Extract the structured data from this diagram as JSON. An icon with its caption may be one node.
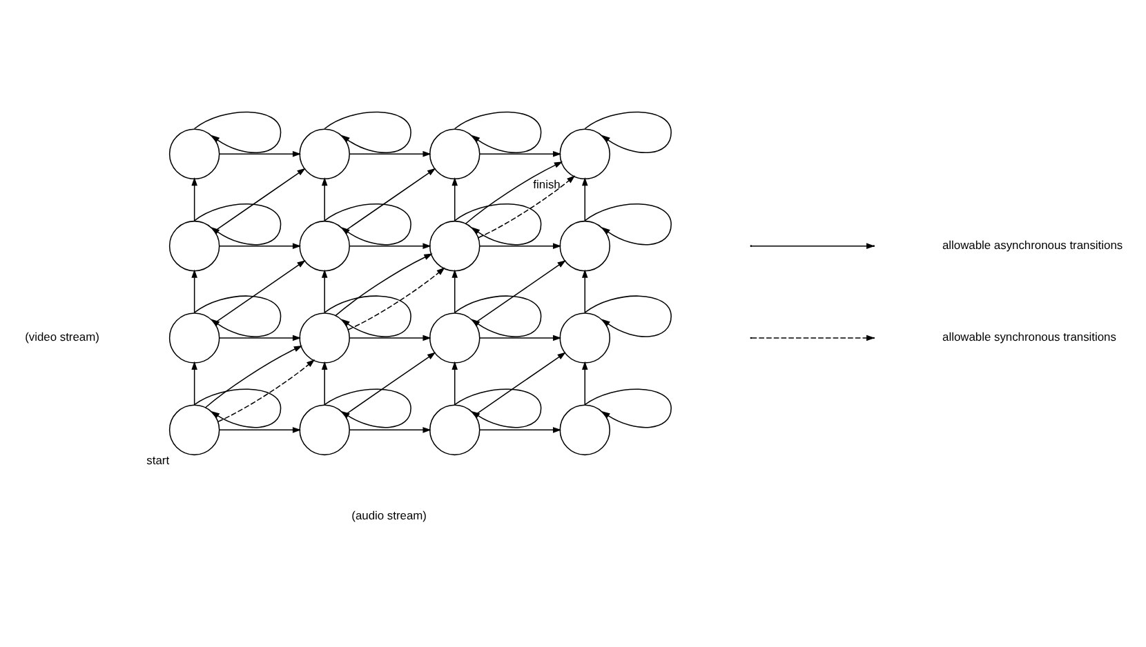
{
  "diagram": {
    "nodes": [
      {
        "text": [],
        "shape": "circle"
      },
      {
        "text": [],
        "shape": "circle"
      },
      {
        "text": [],
        "shape": "circle"
      },
      {
        "text": [],
        "shape": "circle",
        "beside": [
          "finish"
        ]
      },
      {
        "text": [],
        "shape": "circle"
      },
      {
        "text": [],
        "shape": "circle"
      },
      {
        "text": [],
        "shape": "circle"
      },
      {
        "text": [],
        "shape": "circle"
      },
      {
        "text": [],
        "shape": "circle"
      },
      {
        "text": [],
        "shape": "circle"
      },
      {
        "text": [],
        "shape": "circle"
      },
      {
        "text": [],
        "shape": "circle"
      },
      {
        "text": [],
        "shape": "circle",
        "beside": [
          "start"
        ]
      },
      {
        "text": [],
        "shape": "circle"
      },
      {
        "text": [],
        "shape": "circle"
      },
      {
        "text": [],
        "shape": "circle"
      }
    ],
    "edges": [
      {
        "from": 0,
        "to": 0,
        "arrow": "to"
      },
      {
        "from": 1,
        "to": 1,
        "arrow": "to"
      },
      {
        "from": 2,
        "to": 2,
        "arrow": "to"
      },
      {
        "from": 3,
        "to": 3,
        "arrow": "to"
      },
      {
        "from": 4,
        "to": 4,
        "arrow": "to"
      },
      {
        "from": 5,
        "to": 5,
        "arrow": "to"
      },
      {
        "from": 6,
        "to": 6,
        "arrow": "to"
      },
      {
        "from": 7,
        "to": 7,
        "arrow": "to"
      },
      {
        "from": 8,
        "to": 8,
        "arrow": "to"
      },
      {
        "from": 9,
        "to": 9,
        "arrow": "to"
      },
      {
        "from": 10,
        "to": 10,
        "arrow": "to"
      },
      {
        "from": 11,
        "to": 11,
        "arrow": "to"
      },
      {
        "from": 12,
        "to": 12,
        "arrow": "to"
      },
      {
        "from": 13,
        "to": 13,
        "arrow": "to"
      },
      {
        "from": 14,
        "to": 14,
        "arrow": "to"
      },
      {
        "from": 15,
        "to": 15,
        "arrow": "to"
      },
      {
        "from": 0,
        "to": 1,
        "arrow": "to"
      },
      {
        "from": 1,
        "to": 2,
        "arrow": "to"
      },
      {
        "from": 2,
        "to": 3,
        "arrow": "to"
      },
      {
        "from": 4,
        "to": 5,
        "arrow": "to"
      },
      {
        "from": 5,
        "to": 6,
        "arrow": "to"
      },
      {
        "from": 6,
        "to": 7,
        "arrow": "to"
      },
      {
        "from": 8,
        "to": 9,
        "arrow": "to"
      },
      {
        "from": 9,
        "to": 10,
        "arrow": "to"
      },
      {
        "from": 10,
        "to": 11,
        "arrow": "to"
      },
      {
        "from": 12,
        "to": 13,
        "arrow": "to"
      },
      {
        "from": 13,
        "to": 14,
        "arrow": "to"
      },
      {
        "from": 14,
        "to": 15,
        "arrow": "to"
      },
      {
        "from": 4,
        "to": 0,
        "arrow": "to"
      },
      {
        "from": 5,
        "to": 1,
        "arrow": "to"
      },
      {
        "from": 6,
        "to": 2,
        "arrow": "to"
      },
      {
        "from": 7,
        "to": 3,
        "arrow": "to"
      },
      {
        "from": 8,
        "to": 4,
        "arrow": "to"
      },
      {
        "from": 9,
        "to": 5,
        "arrow": "to"
      },
      {
        "from": 10,
        "to": 6,
        "arrow": "to"
      },
      {
        "from": 11,
        "to": 7,
        "arrow": "to"
      },
      {
        "from": 12,
        "to": 8,
        "arrow": "to"
      },
      {
        "from": 13,
        "to": 9,
        "arrow": "to"
      },
      {
        "from": 14,
        "to": 10,
        "arrow": "to"
      },
      {
        "from": 15,
        "to": 11,
        "arrow": "to"
      },
      {
        "from": 4,
        "to": 1,
        "arrow": "to"
      },
      {
        "from": 5,
        "to": 2,
        "arrow": "to"
      },
      {
        "from": 6,
        "to": 3,
        "arrow": "to"
      },
      {
        "from": 8,
        "to": 5,
        "arrow": "to"
      },
      {
        "from": 9,
        "to": 6,
        "arrow": "to"
      },
      {
        "from": 10,
        "to": 7,
        "arrow": "to"
      },
      {
        "from": 12,
        "to": 9,
        "arrow": "to"
      },
      {
        "from": 13,
        "to": 10,
        "arrow": "to"
      },
      {
        "from": 14,
        "to": 11,
        "arrow": "to"
      },
      {
        "from": 12,
        "to": 9,
        "arrow": "to",
        "style": "dashed"
      },
      {
        "from": 9,
        "to": 6,
        "arrow": "to",
        "style": "dashed"
      },
      {
        "from": 6,
        "to": 3,
        "arrow": "to",
        "style": "dashed"
      }
    ],
    "labels": [
      "(video stream)",
      "(audio stream)"
    ],
    "legend": [
      {
        "text": "allowable asynchronous transitions"
      },
      {
        "text": "allowable synchronous transitions"
      }
    ]
  }
}
